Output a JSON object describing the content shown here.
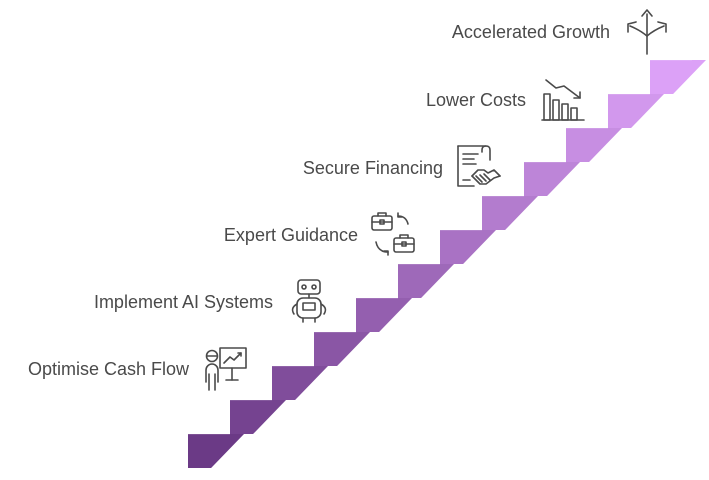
{
  "steps": [
    {
      "label": "Optimise Cash Flow",
      "icon": "presentation-chart-icon"
    },
    {
      "label": "Implement AI Systems",
      "icon": "robot-icon"
    },
    {
      "label": "Expert Guidance",
      "icon": "briefcase-exchange-icon"
    },
    {
      "label": "Secure Financing",
      "icon": "contract-handshake-icon"
    },
    {
      "label": "Lower Costs",
      "icon": "declining-bar-chart-icon"
    },
    {
      "label": "Accelerated Growth",
      "icon": "diverging-arrows-icon"
    }
  ],
  "colors": {
    "label_text": "#4a4a4a",
    "icon_stroke": "#4a4a4a",
    "stair_dark": "#6b3a86",
    "stair_light": "#dca1f7"
  }
}
